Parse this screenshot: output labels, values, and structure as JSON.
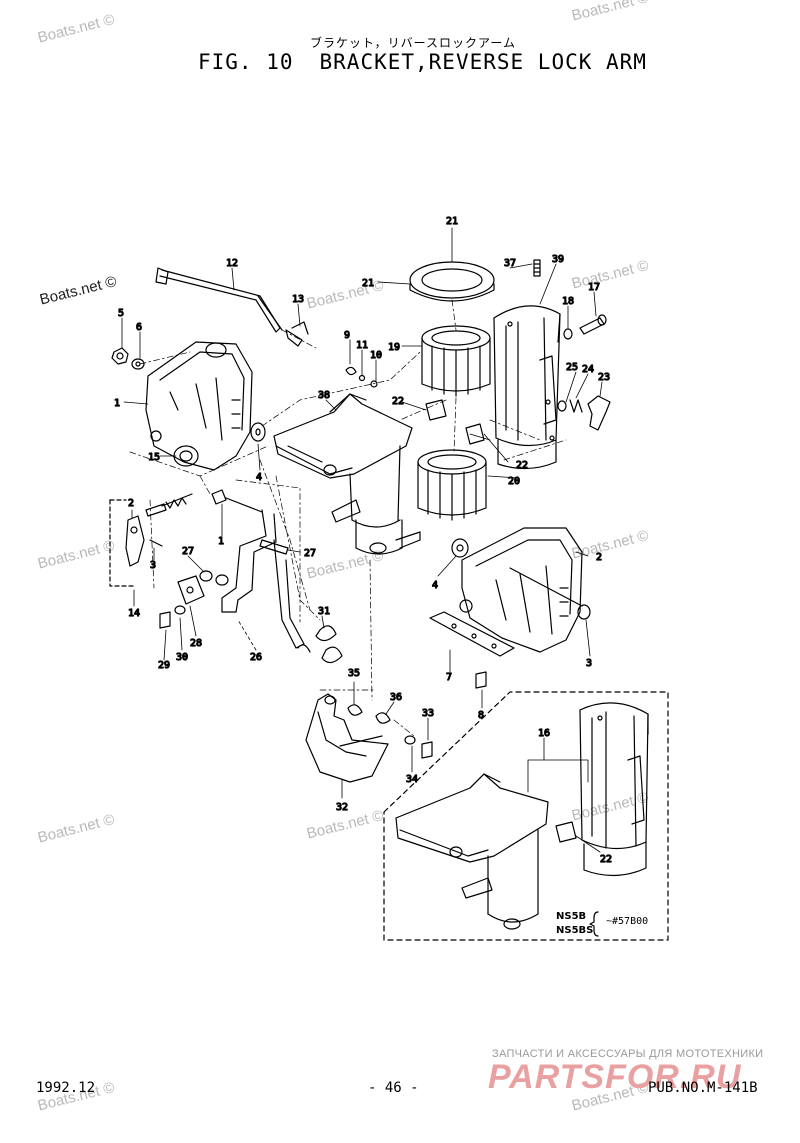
{
  "header": {
    "subtitle_jp": "ブラケット，リバースロックアーム",
    "fig_number": "FIG. 10",
    "fig_title": "BRACKET,REVERSE LOCK ARM"
  },
  "watermarks": {
    "text": "Boats.net ©",
    "prominent": "Boats.net ©"
  },
  "inset": {
    "models": [
      "NS5B",
      "NS5BS"
    ],
    "range": "~#57B00"
  },
  "callouts": [
    "1",
    "2",
    "3",
    "4",
    "5",
    "6",
    "7",
    "8",
    "9",
    "10",
    "11",
    "12",
    "13",
    "14",
    "15",
    "16",
    "17",
    "18",
    "19",
    "20",
    "21",
    "22",
    "23",
    "24",
    "25",
    "26",
    "27",
    "28",
    "29",
    "30",
    "31",
    "32",
    "33",
    "34",
    "35",
    "36",
    "37",
    "38",
    "39"
  ],
  "footer": {
    "date": "1992.12",
    "page": "- 46 -",
    "pub_no": "PUB.NO.M-141B",
    "tagline": "ЗАПЧАСТИ И АКСЕССУАРЫ ДЛЯ МОТОТЕХНИКИ",
    "logo": "PARTSFOR.RU"
  }
}
